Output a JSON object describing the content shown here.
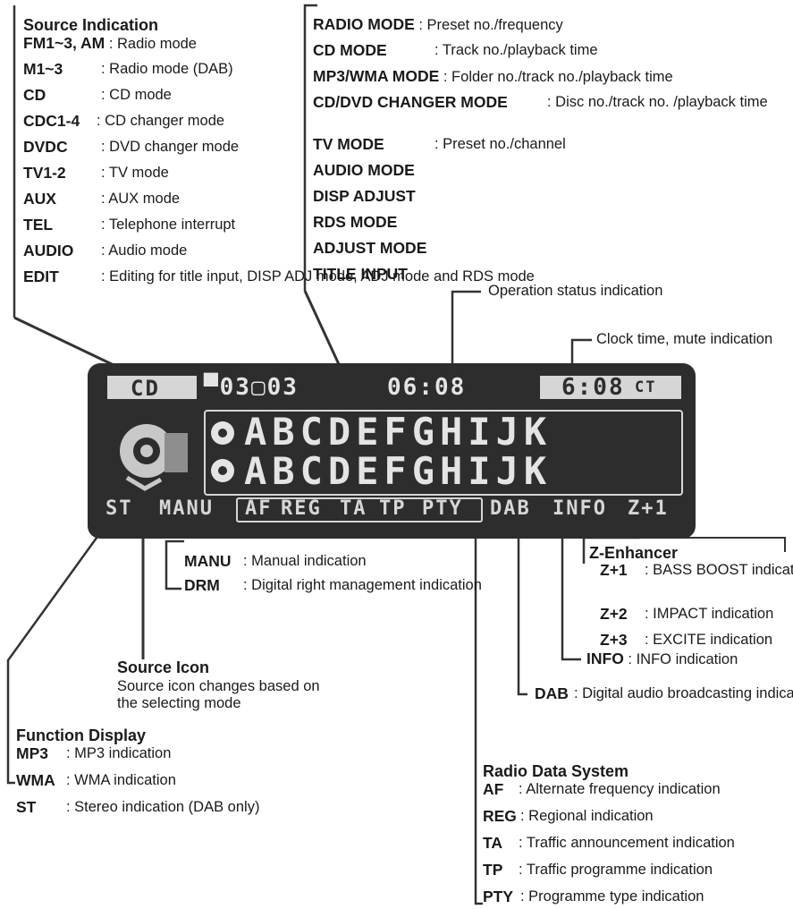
{
  "source_indication": {
    "title": "Source Indication",
    "items": [
      {
        "key": "FM1~3, AM",
        "desc": ": Radio mode"
      },
      {
        "key": "M1~3",
        "desc": ": Radio mode (DAB)"
      },
      {
        "key": "CD",
        "desc": ": CD mode"
      },
      {
        "key": "CDC1-4",
        "desc": ": CD changer mode"
      },
      {
        "key": "DVDC",
        "desc": ": DVD changer mode"
      },
      {
        "key": "TV1-2",
        "desc": ": TV mode"
      },
      {
        "key": "AUX",
        "desc": ": AUX mode"
      },
      {
        "key": "TEL",
        "desc": ": Telephone interrupt"
      },
      {
        "key": "AUDIO",
        "desc": ": Audio mode"
      },
      {
        "key": "EDIT",
        "desc": ": Editing for title input, DISP ADJ mode, ADJ mode and RDS mode"
      }
    ]
  },
  "modes": {
    "items": [
      {
        "key": "RADIO MODE",
        "desc": ": Preset no./frequency"
      },
      {
        "key": "CD MODE",
        "desc": ": Track no./playback time"
      },
      {
        "key": "MP3/WMA MODE",
        "desc": ": Folder no./track no./playback time"
      },
      {
        "key": "CD/DVD CHANGER MODE",
        "desc": ": Disc no./track no. /playback time"
      },
      {
        "key": "TV MODE",
        "desc": ": Preset no./channel"
      },
      {
        "key": "AUDIO MODE",
        "desc": ""
      },
      {
        "key": "DISP ADJUST",
        "desc": ""
      },
      {
        "key": "RDS MODE",
        "desc": ""
      },
      {
        "key": "ADJUST MODE",
        "desc": ""
      },
      {
        "key": "TITLE INPUT",
        "desc": ""
      }
    ]
  },
  "labels": {
    "operation_status": "Operation status indication",
    "clock_time": "Clock time, mute indication"
  },
  "display": {
    "source": "CD",
    "track": "▀03▢03",
    "time": "06:08",
    "clock": "6:08",
    "clock_suffix": "CT",
    "line1": "ABCDEFGHIJK",
    "line2": "ABCDEFGHIJK",
    "bottom": [
      "ST",
      "MANU",
      "AF",
      "REG",
      "TA",
      "TP",
      "PTY",
      "DAB",
      "INFO",
      "Z+1"
    ]
  },
  "manu_block": {
    "items": [
      {
        "key": "MANU",
        "desc": ": Manual indication"
      },
      {
        "key": "DRM",
        "desc": ": Digital right management indication"
      }
    ]
  },
  "source_icon": {
    "title": "Source Icon",
    "desc": "Source icon changes based on the selecting mode"
  },
  "function_display": {
    "title": "Function Display",
    "items": [
      {
        "key": "MP3",
        "desc": ": MP3 indication"
      },
      {
        "key": "WMA",
        "desc": ": WMA indication"
      },
      {
        "key": "ST",
        "desc": ": Stereo indication (DAB only)"
      }
    ]
  },
  "z_enhancer": {
    "title": "Z-Enhancer",
    "items": [
      {
        "key": "Z+1",
        "desc": ": BASS BOOST indication"
      },
      {
        "key": "Z+2",
        "desc": ": IMPACT indication"
      },
      {
        "key": "Z+3",
        "desc": ": EXCITE indication"
      }
    ]
  },
  "info": {
    "key": "INFO",
    "desc": ": INFO indication"
  },
  "dab": {
    "key": "DAB",
    "desc": ": Digital audio broadcasting indication"
  },
  "rds": {
    "title": "Radio Data System",
    "items": [
      {
        "key": "AF",
        "desc": ": Alternate frequency indication"
      },
      {
        "key": "REG",
        "desc": ": Regional indication"
      },
      {
        "key": "TA",
        "desc": ": Traffic announcement indication"
      },
      {
        "key": "TP",
        "desc": ": Traffic programme indication"
      },
      {
        "key": "PTY",
        "desc": ": Programme type indication"
      }
    ]
  }
}
